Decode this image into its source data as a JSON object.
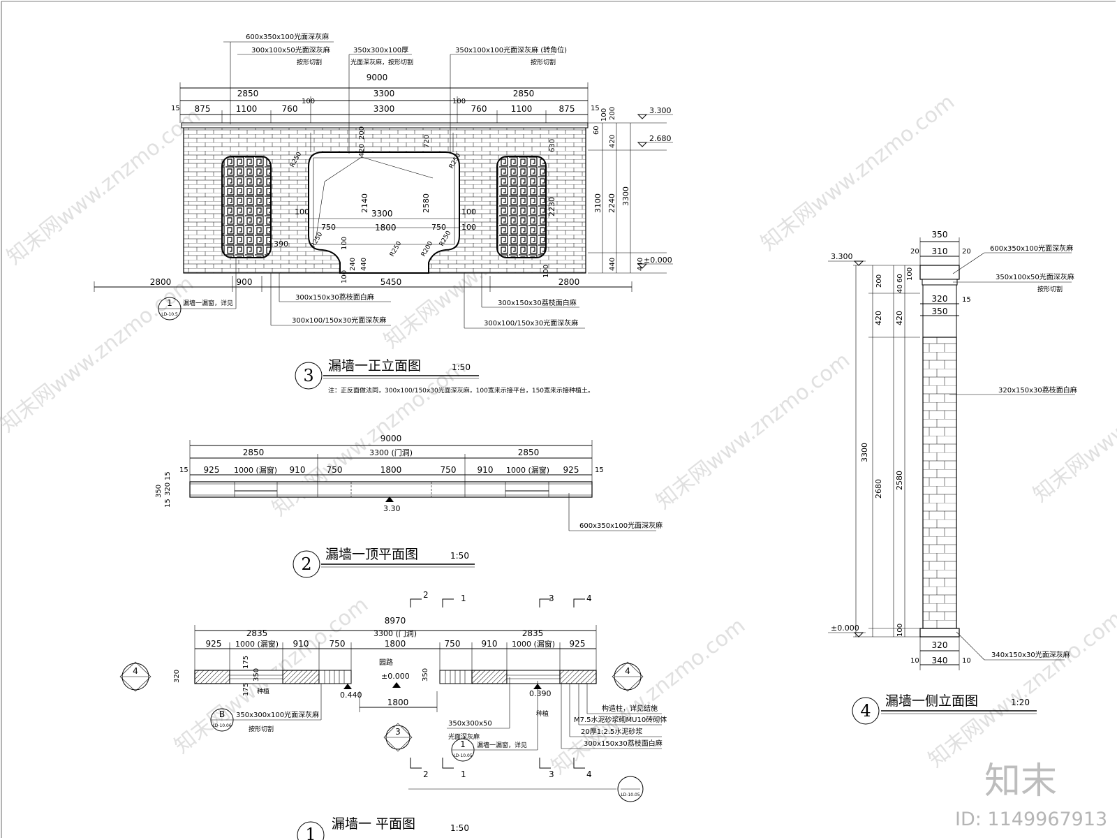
{
  "drawing_titles": {
    "front": {
      "num": "3",
      "text": "漏墙一正立面图",
      "scale": "1:50"
    },
    "top": {
      "num": "2",
      "text": "漏墙一顶平面图",
      "scale": "1:50"
    },
    "plan": {
      "num": "1",
      "text": "漏墙一 平面图",
      "scale": "1:50"
    },
    "side": {
      "num": "4",
      "text": "漏墙一侧立面图",
      "scale": "1:20"
    }
  },
  "front_note": "注：正反面做法同，300x100/150x30光面深灰麻，100宽来示接平台，150宽来示接种植土。",
  "front_labels": {
    "cap": "600x350x100光面深灰麻",
    "coping": "300x100x50光面深灰麻",
    "coping_sub": "按形切割",
    "center_top": "350x300x100厚",
    "center_sub": "光面深灰麻，按形切割",
    "right_cap": "350x100x100光面深灰麻 (转角位)",
    "right_sub": "按形切割",
    "bl1": "300x150x30荔枝面白麻",
    "bl2": "300x100/150x30光面深灰麻",
    "br1": "300x150x30荔枝面白麻",
    "br2": "300x100/150x30光面深灰麻",
    "callout_num": "1",
    "callout_sub": "LD-10.5",
    "callout_text": "漏墙一漏窗，详见"
  },
  "front_dims": {
    "total": "9000",
    "row2": [
      "2850",
      "3300",
      "2850"
    ],
    "row3": [
      "15",
      "875",
      "1100",
      "760",
      "100",
      "3300",
      "100",
      "760",
      "1100",
      "875",
      "15"
    ],
    "bottom": [
      "2800",
      "900",
      "5450",
      "2800"
    ],
    "inner": [
      "100",
      "750",
      "3300",
      "1800",
      "750",
      "100",
      "100",
      "2140",
      "2580",
      "2230",
      "420",
      "200",
      "720",
      "630",
      "390",
      "240",
      "440",
      "100",
      "100",
      "100"
    ],
    "radii": [
      "R250",
      "R250",
      "R250",
      "R250",
      "R200",
      "R250"
    ],
    "vertical": [
      "200",
      "100",
      "60",
      "420",
      "2240",
      "3100",
      "3300",
      "440",
      "440"
    ],
    "levels": [
      "3.300",
      "2.680",
      "±0.000"
    ]
  },
  "top_dims": {
    "total": "9000",
    "row2": [
      "2850",
      "3300 (门洞)",
      "2850"
    ],
    "row3": [
      "15",
      "925",
      "1000 (漏窗)",
      "910",
      "750",
      "1800",
      "750",
      "910",
      "1000 (漏窗)",
      "925",
      "15"
    ],
    "left": [
      "350",
      "320",
      "15",
      "15"
    ],
    "level": "3.30",
    "label": "600x350x100光面深灰麻"
  },
  "plan_dims": {
    "total": "8970",
    "row2": [
      "2835",
      "3300 (门洞)",
      "2835"
    ],
    "row3": [
      "925",
      "1000 (漏窗)",
      "910",
      "750",
      "1800",
      "750",
      "910",
      "1000 (漏窗)",
      "925"
    ],
    "left": [
      "320",
      "175",
      "350",
      "175"
    ],
    "mid": [
      "350",
      "1800"
    ],
    "sections": [
      "2",
      "1",
      "3",
      "4"
    ],
    "door_label": "园路",
    "levels": [
      "±0.000",
      "0.440",
      "0.390"
    ],
    "plant": [
      "种植",
      "种植"
    ],
    "b_callout": "B",
    "b_sub": "LD-10.06",
    "b_text": "350x300x100光面深灰麻",
    "b_text2": "按形切割",
    "c_text": "350x300x50",
    "c_text2": "光面深灰麻",
    "w_callout": "1",
    "w_sub": "LD-10.05",
    "w_text": "漏墙一漏窗，详见",
    "r1": "构造柱，详见结施",
    "r2": "M7.5水泥砂浆砌MU10砖砌体",
    "r3": "20厚1:2.5水泥砂浆",
    "r4": "300x150x30荔枝面白麻",
    "sec3": "3",
    "sec4": "4",
    "sec_sub": "LD-10.05"
  },
  "side_dims": {
    "top": [
      "350",
      "20",
      "310",
      "20"
    ],
    "row320": [
      "320",
      "15"
    ],
    "row350": "350",
    "left": [
      "200",
      "60",
      "100",
      "40",
      "420",
      "420",
      "3300",
      "2680",
      "2580",
      "100"
    ],
    "bottom": [
      "320",
      "10",
      "340",
      "10"
    ],
    "levels": [
      "3.300",
      "±0.000"
    ],
    "labels": [
      "600x350x100光面深灰麻",
      "350x100x50光面深灰麻",
      "按形切割",
      "320x150x30荔枝面白麻",
      "340x150x30光面深灰麻"
    ]
  },
  "watermark": {
    "text": "知末网www.znzmo.com",
    "brand": "知末",
    "id": "ID: 1149967913"
  }
}
